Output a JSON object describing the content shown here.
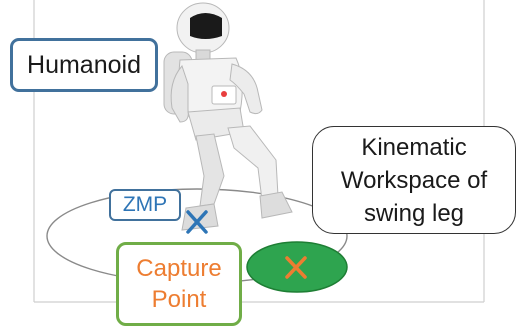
{
  "labels": {
    "humanoid": "Humanoid",
    "zmp": "ZMP",
    "capture_point": [
      "Capture",
      "Point"
    ],
    "kinematic_workspace": [
      "Kinematic",
      "Workspace of",
      "swing leg"
    ]
  },
  "colors": {
    "humanoid_border": "#41719c",
    "zmp_text": "#2e75b6",
    "zmp_marker": "#2e75b6",
    "capture_border": "#70ad47",
    "capture_text": "#ed7d31",
    "capture_marker": "#ed7d31",
    "workspace_fill": "#2ea44f",
    "robot_body": "#eeeeee",
    "robot_visor": "#1a1a1a"
  }
}
